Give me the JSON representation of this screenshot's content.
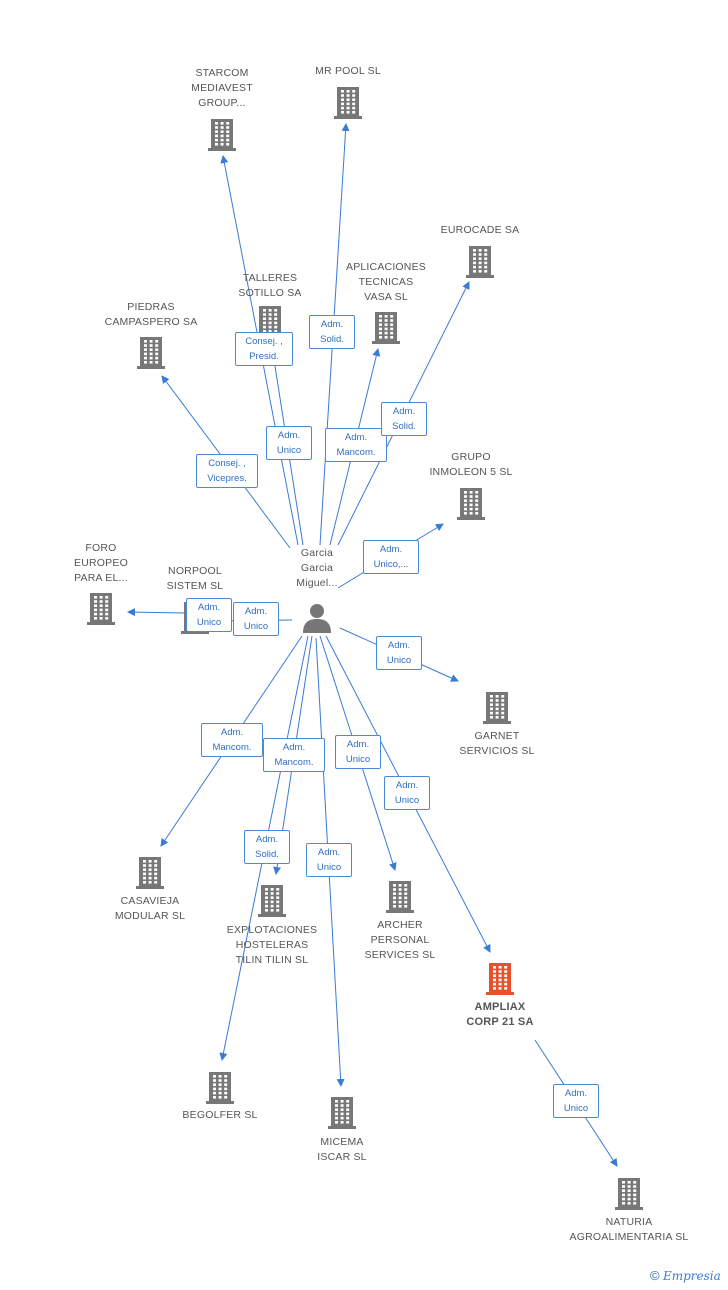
{
  "colors": {
    "edge": "#3a7bd5",
    "building": "#777777",
    "building_highlight": "#e8522a",
    "person": "#777777",
    "rel_border": "#4a8bd8",
    "rel_text": "#2f6fc0"
  },
  "center": {
    "label": "Garcia\nGarcia\nMiguel...",
    "icon": "person-icon"
  },
  "companies": [
    {
      "id": "starcom",
      "label": "STARCOM\nMEDIAVEST\nGROUP...",
      "icon": "building-icon",
      "highlight": false
    },
    {
      "id": "mrpool",
      "label": "MR POOL SL",
      "icon": "building-icon",
      "highlight": false
    },
    {
      "id": "eurocade",
      "label": "EUROCADE SA",
      "icon": "building-icon",
      "highlight": false
    },
    {
      "id": "talleres",
      "label": "TALLERES\nSOTILLO SA",
      "icon": "building-icon",
      "highlight": false
    },
    {
      "id": "aplicaciones",
      "label": "APLICACIONES\nTECNICAS\nVASA SL",
      "icon": "building-icon",
      "highlight": false
    },
    {
      "id": "piedras",
      "label": "PIEDRAS\nCAMPASPERO SA",
      "icon": "building-icon",
      "highlight": false
    },
    {
      "id": "grupo",
      "label": "GRUPO\nINMOLEON 5 SL",
      "icon": "building-icon",
      "highlight": false
    },
    {
      "id": "foro",
      "label": "FORO\nEUROPEO\nPARA EL...",
      "icon": "building-icon",
      "highlight": false
    },
    {
      "id": "norpool",
      "label": "NORPOOL\nSISTEM  SL",
      "icon": "building-icon",
      "highlight": false
    },
    {
      "id": "garnet",
      "label": "GARNET\nSERVICIOS  SL",
      "icon": "building-icon",
      "highlight": false
    },
    {
      "id": "casavieja",
      "label": "CASAVIEJA\nMODULAR SL",
      "icon": "building-icon",
      "highlight": false
    },
    {
      "id": "explotaciones",
      "label": "EXPLOTACIONES\nHOSTELERAS\nTILIN TILIN SL",
      "icon": "building-icon",
      "highlight": false
    },
    {
      "id": "archer",
      "label": "ARCHER\nPERSONAL\nSERVICES SL",
      "icon": "building-icon",
      "highlight": false
    },
    {
      "id": "ampliax",
      "label": "AMPLIAX\nCORP 21 SA",
      "icon": "building-icon",
      "highlight": true
    },
    {
      "id": "begolfer",
      "label": "BEGOLFER SL",
      "icon": "building-icon",
      "highlight": false
    },
    {
      "id": "micema",
      "label": "MICEMA\nISCAR SL",
      "icon": "building-icon",
      "highlight": false
    },
    {
      "id": "naturia",
      "label": "NATURIA\nAGROALIMENTARIA SL",
      "icon": "building-icon",
      "highlight": false
    }
  ],
  "relations": [
    {
      "id": "r_starcom",
      "label": "Consej. ,\nPresid.",
      "from": "center",
      "to": "starcom"
    },
    {
      "id": "r_talleres",
      "label": "Adm.\nUnico",
      "from": "center",
      "to": "talleres"
    },
    {
      "id": "r_mrpool",
      "label": "Adm.\nSolid.",
      "from": "center",
      "to": "mrpool"
    },
    {
      "id": "r_aplicaciones",
      "label": "Adm.\nMancom.",
      "from": "center",
      "to": "aplicaciones"
    },
    {
      "id": "r_eurocade",
      "label": "Adm.\nSolid.",
      "from": "center",
      "to": "eurocade"
    },
    {
      "id": "r_piedras",
      "label": "Consej. ,\nVicepres.",
      "from": "center",
      "to": "piedras"
    },
    {
      "id": "r_grupo",
      "label": "Adm.\nUnico,...",
      "from": "center",
      "to": "grupo"
    },
    {
      "id": "r_foro",
      "label": "Adm.\nUnico",
      "from": "norpool",
      "to": "foro"
    },
    {
      "id": "r_norpool",
      "label": "Adm.\nUnico",
      "from": "center",
      "to": "norpool"
    },
    {
      "id": "r_garnet",
      "label": "Adm.\nUnico",
      "from": "center",
      "to": "garnet"
    },
    {
      "id": "r_casavieja",
      "label": "Adm.\nMancom.",
      "from": "center",
      "to": "casavieja"
    },
    {
      "id": "r_begolfer",
      "label": "Adm.\nMancom.",
      "from": "center",
      "to": "begolfer"
    },
    {
      "id": "r_explotaciones",
      "label": "Adm.\nSolid.",
      "from": "center",
      "to": "explotaciones"
    },
    {
      "id": "r_micema",
      "label": "Adm.\nUnico",
      "from": "center",
      "to": "micema"
    },
    {
      "id": "r_archer",
      "label": "Adm.\nUnico",
      "from": "center",
      "to": "archer"
    },
    {
      "id": "r_ampliax",
      "label": "Adm.\nUnico",
      "from": "center",
      "to": "ampliax"
    },
    {
      "id": "r_naturia",
      "label": "Adm.\nUnico",
      "from": "ampliax",
      "to": "naturia"
    }
  ],
  "footer": {
    "copyright": "©",
    "brand": "Empresia"
  }
}
